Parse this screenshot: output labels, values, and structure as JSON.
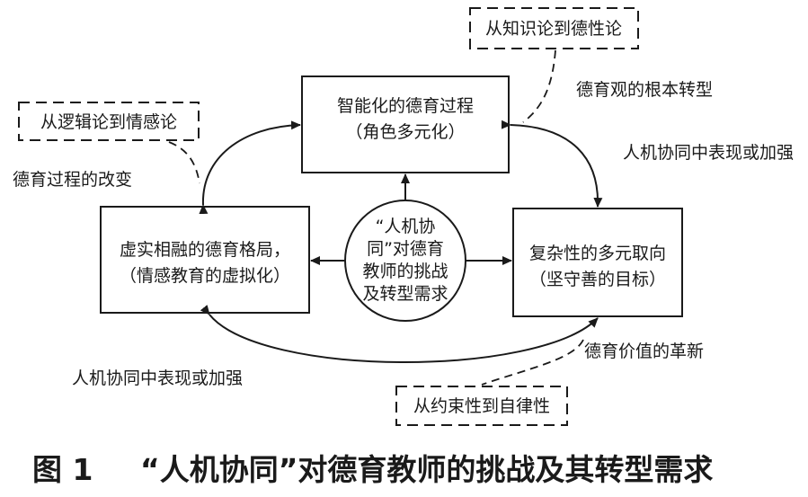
{
  "boxes": {
    "top": {
      "line1": "智能化的德育过程",
      "line2": "（角色多元化）"
    },
    "left": {
      "line1": "虚实相融的德育格局，",
      "line2": "（情感教育的虚拟化）"
    },
    "right": {
      "line1": "复杂性的多元取向",
      "line2": "（坚守善的目标）"
    }
  },
  "center": {
    "line1": "“人机协",
    "line2": "同”对德育",
    "line3": "教师的挑战",
    "line4": "及转型需求"
  },
  "dashed_labels": {
    "top_right": "从知识论到德性论",
    "left": "从逻辑论到情感论",
    "bottom": "从约束性到自律性"
  },
  "annotations": {
    "morality_view": "德育观的根本转型",
    "process_change": "德育过程的改变",
    "value_renewal": "德育价值的革新",
    "enhance_right": "人机协同中表现或加强",
    "enhance_bottom": "人机协同中表现或加强"
  },
  "caption": {
    "number": "图 1",
    "title": "“人机协同”对德育教师的挑战及其转型需求"
  }
}
